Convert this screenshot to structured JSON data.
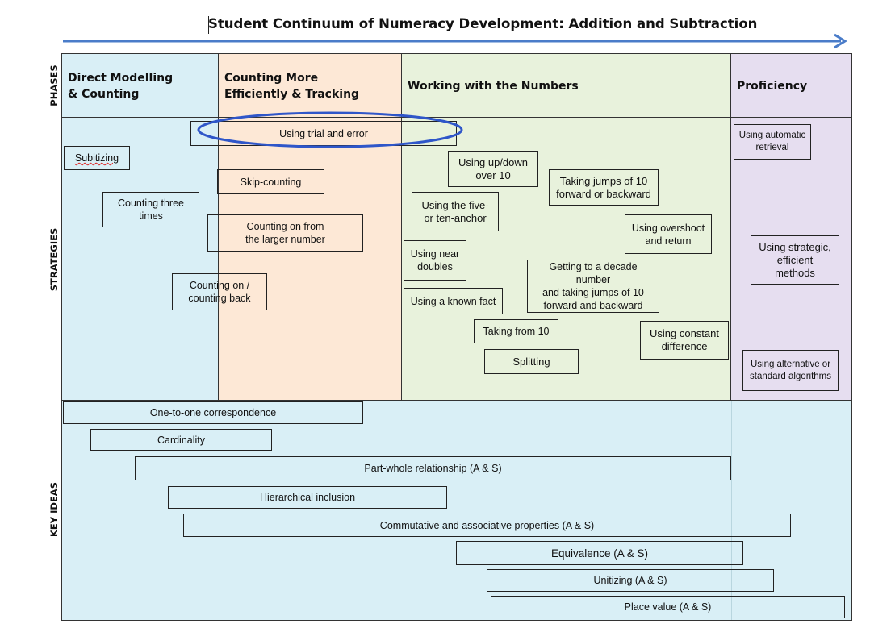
{
  "title": "Student Continuum of Numeracy Development: Addition and Subtraction",
  "row_labels": {
    "phases": "PHASES",
    "strategies": "STRATEGIES",
    "key_ideas": "KEY IDEAS"
  },
  "phases": [
    {
      "name": "Direct Modelling & Counting",
      "line1": "Direct Modelling",
      "line2": "& Counting",
      "color": "#d9eff6"
    },
    {
      "name": "Counting More Efficiently & Tracking",
      "line1": "Counting More",
      "line2": "Efficiently & Tracking",
      "color": "#fde8d6"
    },
    {
      "name": "Working with the Numbers",
      "line1": "Working with the Numbers",
      "line2": "",
      "color": "#e8f2dc"
    },
    {
      "name": "Proficiency",
      "line1": "Proficiency",
      "line2": "",
      "color": "#e6def0"
    }
  ],
  "strategies": {
    "trial_error": "Using trial and error",
    "subitizing": "Subitizing",
    "skip_counting": "Skip-counting",
    "counting_three_times_1": "Counting three",
    "counting_three_times_2": "times",
    "counting_on_larger_1": "Counting on from",
    "counting_on_larger_2": "the larger number",
    "counting_on_back_1": "Counting on /",
    "counting_on_back_2": "counting back",
    "up_down_1": "Using up/down",
    "up_down_2": "over 10",
    "five_ten_1": "Using the five-",
    "five_ten_2": "or ten-anchor",
    "jumps_10_1": "Taking jumps of 10",
    "jumps_10_2": "forward or backward",
    "overshoot_1": "Using overshoot",
    "overshoot_2": "and return",
    "near_doubles_1": "Using near",
    "near_doubles_2": "doubles",
    "decade_1": "Getting to a decade number",
    "decade_2": "and taking jumps of 10",
    "decade_3": "forward and backward",
    "known_fact": "Using a known fact",
    "taking_from_10": "Taking from 10",
    "constant_diff_1": "Using constant",
    "constant_diff_2": "difference",
    "splitting": "Splitting",
    "auto_retrieval_1": "Using automatic",
    "auto_retrieval_2": "retrieval",
    "strategic_1": "Using strategic,",
    "strategic_2": "efficient",
    "strategic_3": "methods",
    "algorithms_1": "Using alternative or",
    "algorithms_2": "standard algorithms"
  },
  "key_ideas": [
    "One-to-one correspondence",
    "Cardinality",
    "Part-whole relationship (A & S)",
    "Hierarchical inclusion",
    "Commutative and associative properties (A & S)",
    "Equivalence (A & S)",
    "Unitizing (A & S)",
    "Place value (A & S)"
  ],
  "colors": {
    "arrow": "#4a7cc9",
    "ellipse": "#2f56c9",
    "key_ideas_bg": "#d9eff6"
  }
}
